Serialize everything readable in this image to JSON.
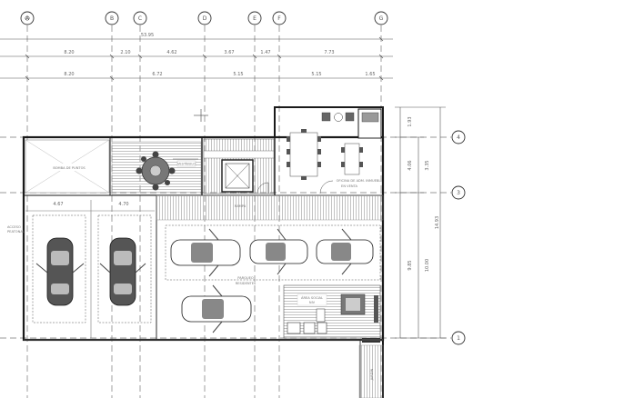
{
  "grid_top": [
    "A",
    "B",
    "C",
    "D",
    "E",
    "F",
    "G"
  ],
  "grid_right": [
    "4",
    "3",
    "1"
  ],
  "dims_overall": "53.95",
  "dims_row1": [
    "8.20",
    "2.10",
    "4.62",
    "3.67",
    "1.47",
    "7.73"
  ],
  "dims_row2": [
    "8.20",
    "6.72",
    "5.15",
    "5.15",
    "1.65"
  ],
  "dims_right_a": [
    "1.93",
    "4.06",
    "9.85"
  ],
  "dims_right_b": [
    "3.35",
    "10.00"
  ],
  "dims_right_c": [
    "14.93"
  ],
  "dims_parking": [
    "4.67",
    "4.70"
  ],
  "labels": {
    "bbq": "BOMBA DE PUNTOS",
    "office": "OFICINA DE ADM. INMUEBL",
    "office_sub": "EN VENTA",
    "driveway": "RAMPA",
    "parking": "PARQUEO",
    "parking_sub": "RESIDENTES",
    "lobby": "VESTÍBULO",
    "lobby_sub": "NIV 0",
    "spa": "ÁREA SOCIAL",
    "spa_sub": "NIV",
    "left_note": "ACCESO",
    "left_note_sub": "PEATONAL",
    "garden": "JARDÍN"
  }
}
